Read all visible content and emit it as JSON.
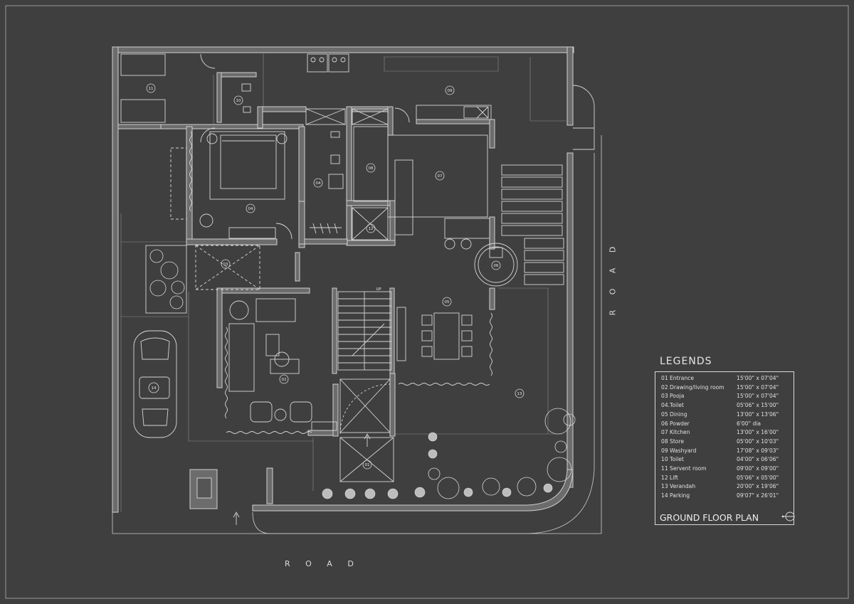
{
  "road_labels": {
    "bottom": "R O A D",
    "right": "R O A D"
  },
  "legend": {
    "title": "LEGENDS",
    "items": [
      {
        "num": "01",
        "name": "Entrance",
        "dims": "15'00\" x 07'04\""
      },
      {
        "num": "02",
        "name": "Drawing/living room",
        "dims": "15'00\" x 07'04\""
      },
      {
        "num": "03",
        "name": "Pooja",
        "dims": "15'00\" x 07'04\""
      },
      {
        "num": "04.",
        "name": "Toilet",
        "dims": "05'06\" x 15'00\""
      },
      {
        "num": "05",
        "name": "Dining",
        "dims": "13'00\" x 13'06\""
      },
      {
        "num": "06",
        "name": "Powder",
        "dims": "6'00\" dia"
      },
      {
        "num": "07",
        "name": "Kitchen",
        "dims": "13'00\" x 16'00\""
      },
      {
        "num": "08",
        "name": "Store",
        "dims": "05'00\" x 10'03\""
      },
      {
        "num": "09",
        "name": "Washyard",
        "dims": "17'08\" x 09'03\""
      },
      {
        "num": "10",
        "name": "Toilet",
        "dims": "04'00\" x 06'06\""
      },
      {
        "num": "11",
        "name": "Servent room",
        "dims": "09'00\" x 09'00\""
      },
      {
        "num": "12",
        "name": "Lift",
        "dims": "05'06\" x 05'00\""
      },
      {
        "num": "13",
        "name": "Verandah",
        "dims": "20'00\" x 19'06\""
      },
      {
        "num": "14",
        "name": "Parking",
        "dims": "09'07\" x 26'01\""
      }
    ],
    "plan_title": "GROUND FLOOR PLAN"
  },
  "room_tags": [
    {
      "label": "01"
    },
    {
      "label": "02"
    },
    {
      "label": "03"
    },
    {
      "label": "04"
    },
    {
      "label": "04"
    },
    {
      "label": "05"
    },
    {
      "label": "06"
    },
    {
      "label": "07"
    },
    {
      "label": "08"
    },
    {
      "label": "09"
    },
    {
      "label": "10"
    },
    {
      "label": "11"
    },
    {
      "label": "12"
    },
    {
      "label": "13"
    },
    {
      "label": "14"
    }
  ],
  "stair_label": "UP",
  "colors": {
    "background": "#3f3f3f",
    "wall": "#c9c9c9",
    "line": "#cfcfcf"
  }
}
